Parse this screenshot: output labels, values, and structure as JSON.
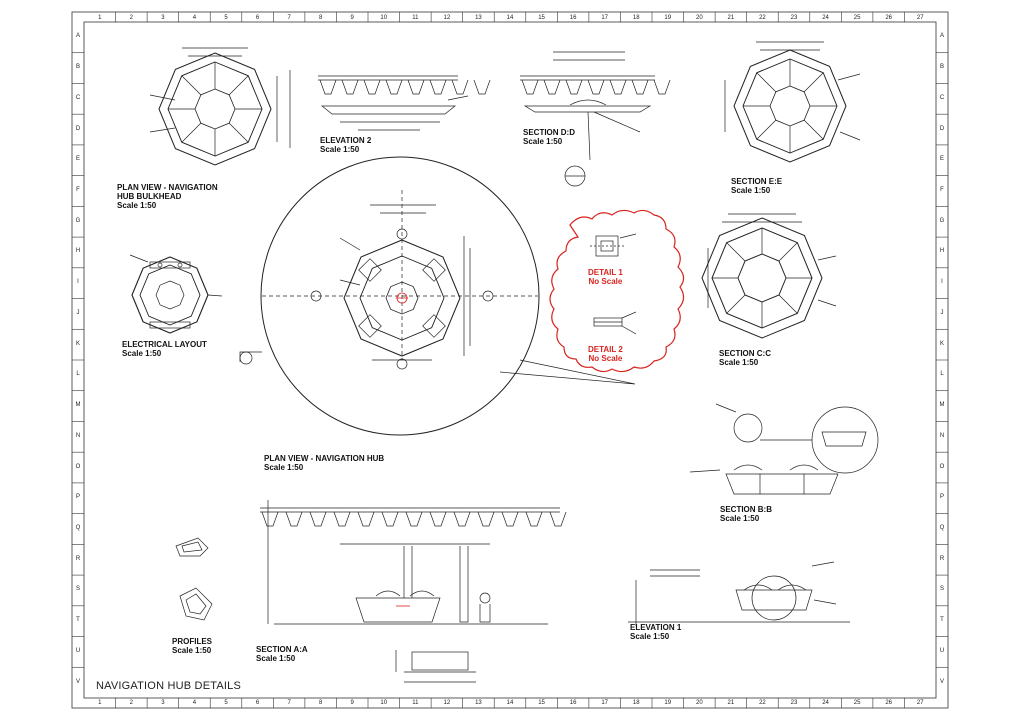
{
  "sheet_title": "NAVIGATION HUB DETAILS",
  "grid": {
    "columns": [
      "1",
      "2",
      "3",
      "4",
      "5",
      "6",
      "7",
      "8",
      "9",
      "10",
      "11",
      "12",
      "13",
      "14",
      "15",
      "16",
      "17",
      "18",
      "19",
      "20",
      "21",
      "22",
      "23",
      "24",
      "25",
      "26",
      "27"
    ],
    "rows": [
      "A",
      "B",
      "C",
      "D",
      "E",
      "F",
      "G",
      "H",
      "I",
      "J",
      "K",
      "L",
      "M",
      "N",
      "O",
      "P",
      "Q",
      "R",
      "S",
      "T",
      "U",
      "V"
    ]
  },
  "drawings": {
    "plan_bulkhead": {
      "title_line1": "PLAN VIEW - NAVIGATION",
      "title_line2": "HUB BULKHEAD",
      "scale": "Scale 1:50"
    },
    "elevation2": {
      "title": "ELEVATION 2",
      "scale": "Scale 1:50"
    },
    "section_dd": {
      "title": "SECTION D:D",
      "scale": "Scale 1:50"
    },
    "section_ee": {
      "title": "SECTION E:E",
      "scale": "Scale 1:50"
    },
    "electrical": {
      "title": "ELECTRICAL LAYOUT",
      "scale": "Scale 1:50"
    },
    "detail1": {
      "title": "DETAIL 1",
      "scale": "No Scale"
    },
    "detail2": {
      "title": "DETAIL 2",
      "scale": "No Scale"
    },
    "section_cc": {
      "title": "SECTION C:C",
      "scale": "Scale 1:50"
    },
    "plan_hub": {
      "title": "PLAN VIEW - NAVIGATION HUB",
      "scale": "Scale 1:50"
    },
    "section_bb": {
      "title": "SECTION B:B",
      "scale": "Scale 1:50"
    },
    "profiles": {
      "title": "PROFILES",
      "scale": "Scale 1:50"
    },
    "section_aa": {
      "title": "SECTION A:A",
      "scale": "Scale 1:50"
    },
    "elevation1": {
      "title": "ELEVATION 1",
      "scale": "Scale 1:50"
    }
  },
  "colors": {
    "line": "#222222",
    "accent_red": "#d8241f",
    "paper": "#ffffff"
  }
}
